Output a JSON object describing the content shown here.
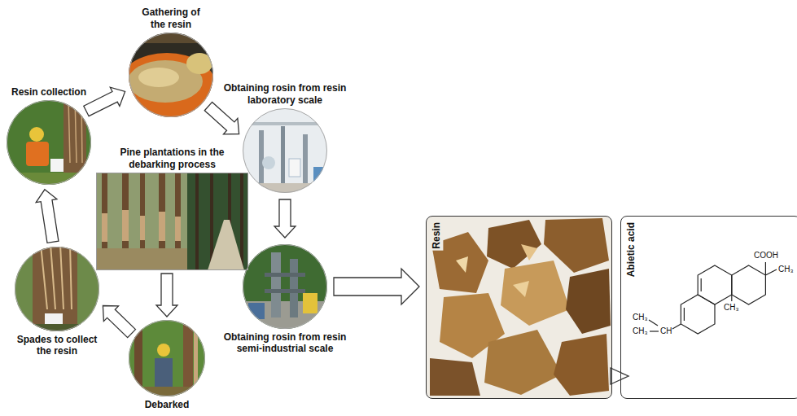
{
  "diagram": {
    "nodes": [
      {
        "text": [
          "Gathering of the resin"
        ]
      },
      {
        "text": [
          "Obtaining rosin from resin laboratory scale"
        ]
      },
      {
        "text": [
          "Obtaining rosin from resin semi-industrial scale"
        ]
      },
      {
        "text": [
          "Debarked"
        ]
      },
      {
        "text": [
          "Spades to collect the resin"
        ]
      },
      {
        "text": [
          "Resin collection"
        ]
      },
      {
        "text": [
          "Pine plantations in the debarking process"
        ]
      },
      {
        "text": [
          "Resin"
        ]
      },
      {
        "text": [
          "Abietic acid"
        ]
      }
    ],
    "edges": [
      {
        "from": 5,
        "to": 0,
        "arrow": "to"
      },
      {
        "from": 0,
        "to": 1,
        "arrow": "to"
      },
      {
        "from": 1,
        "to": 2,
        "arrow": "to"
      },
      {
        "from": 6,
        "to": 3,
        "arrow": "to"
      },
      {
        "from": 3,
        "to": 4,
        "arrow": "to"
      },
      {
        "from": 4,
        "to": 5,
        "arrow": "to"
      },
      {
        "from": 2,
        "to": 7,
        "arrow": "to"
      },
      {
        "from": 7,
        "to": 8,
        "arrow": "to"
      }
    ],
    "labels": [
      "COOH",
      "CH₃",
      "CH₃",
      "CH₃",
      "CH₃",
      "CH"
    ]
  }
}
